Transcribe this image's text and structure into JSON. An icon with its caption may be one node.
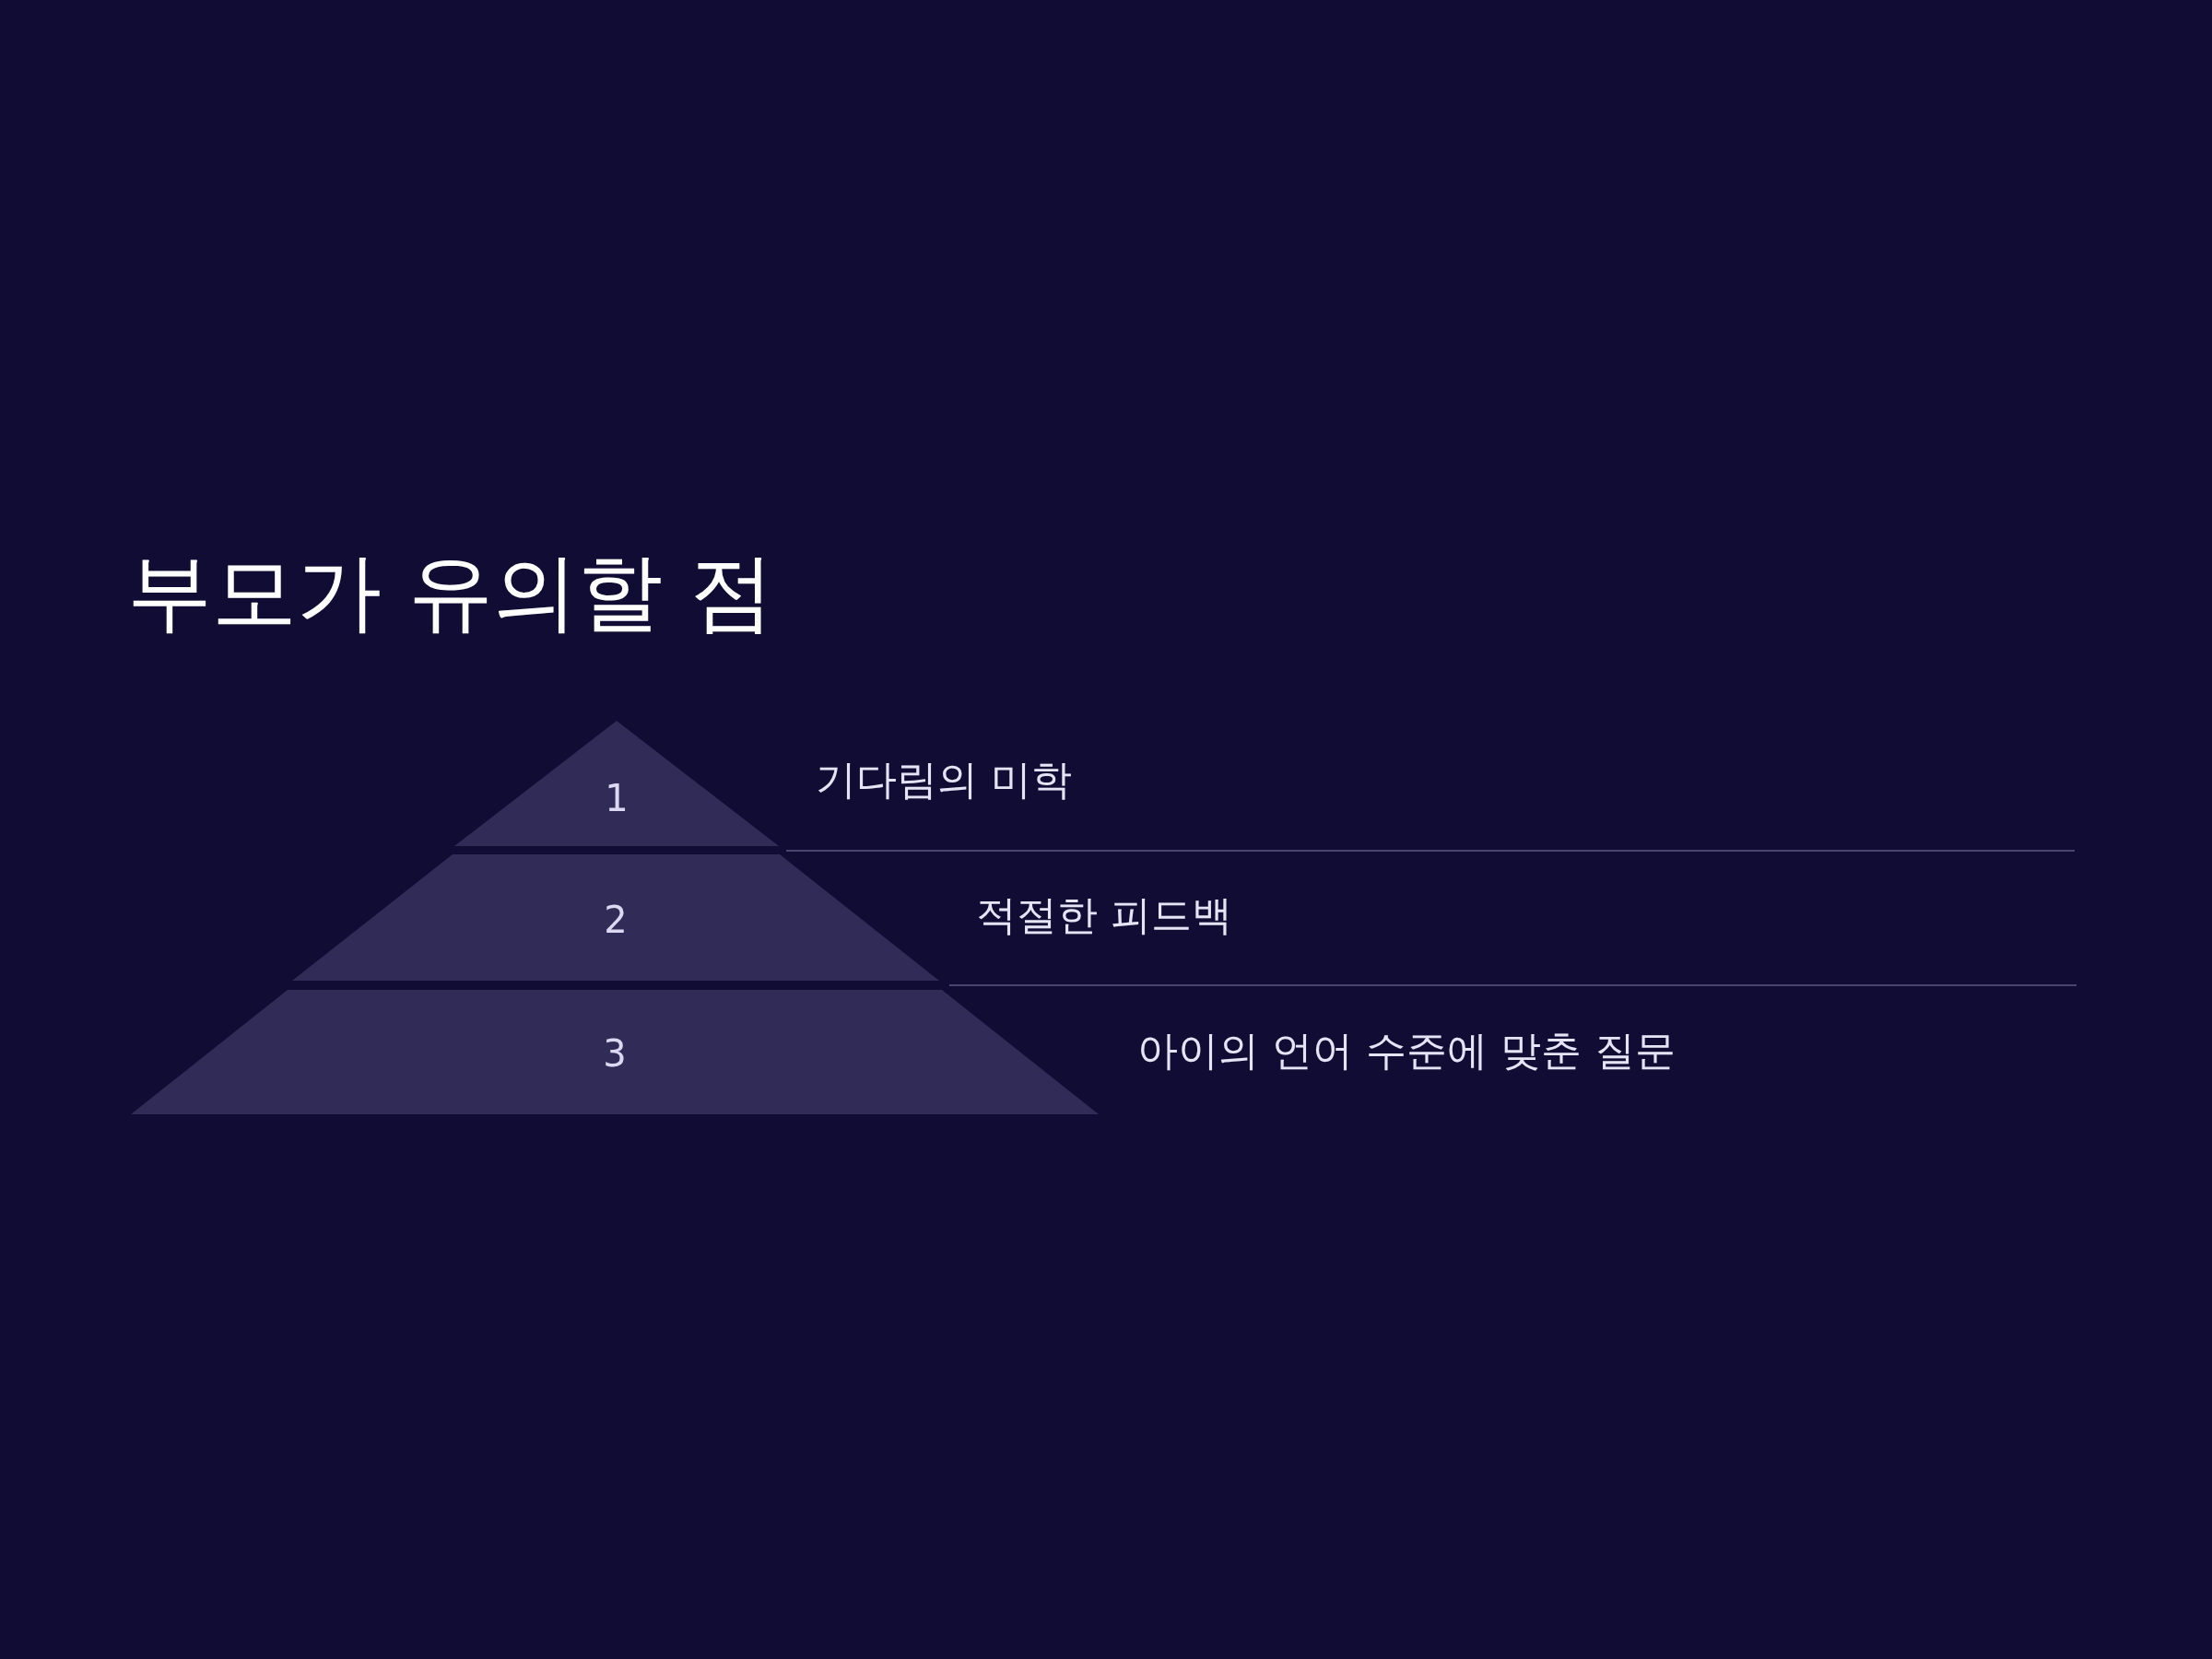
{
  "diagram": {
    "title": "부모가 유의할 점",
    "nodes": [
      {
        "text": [
          "1"
        ],
        "beside": [
          "기다림의 미학"
        ]
      },
      {
        "text": [
          "2"
        ],
        "beside": [
          "적절한 피드백"
        ]
      },
      {
        "text": [
          "3"
        ],
        "beside": [
          "아이의 언어 수준에 맞춘 질문"
        ]
      }
    ]
  }
}
